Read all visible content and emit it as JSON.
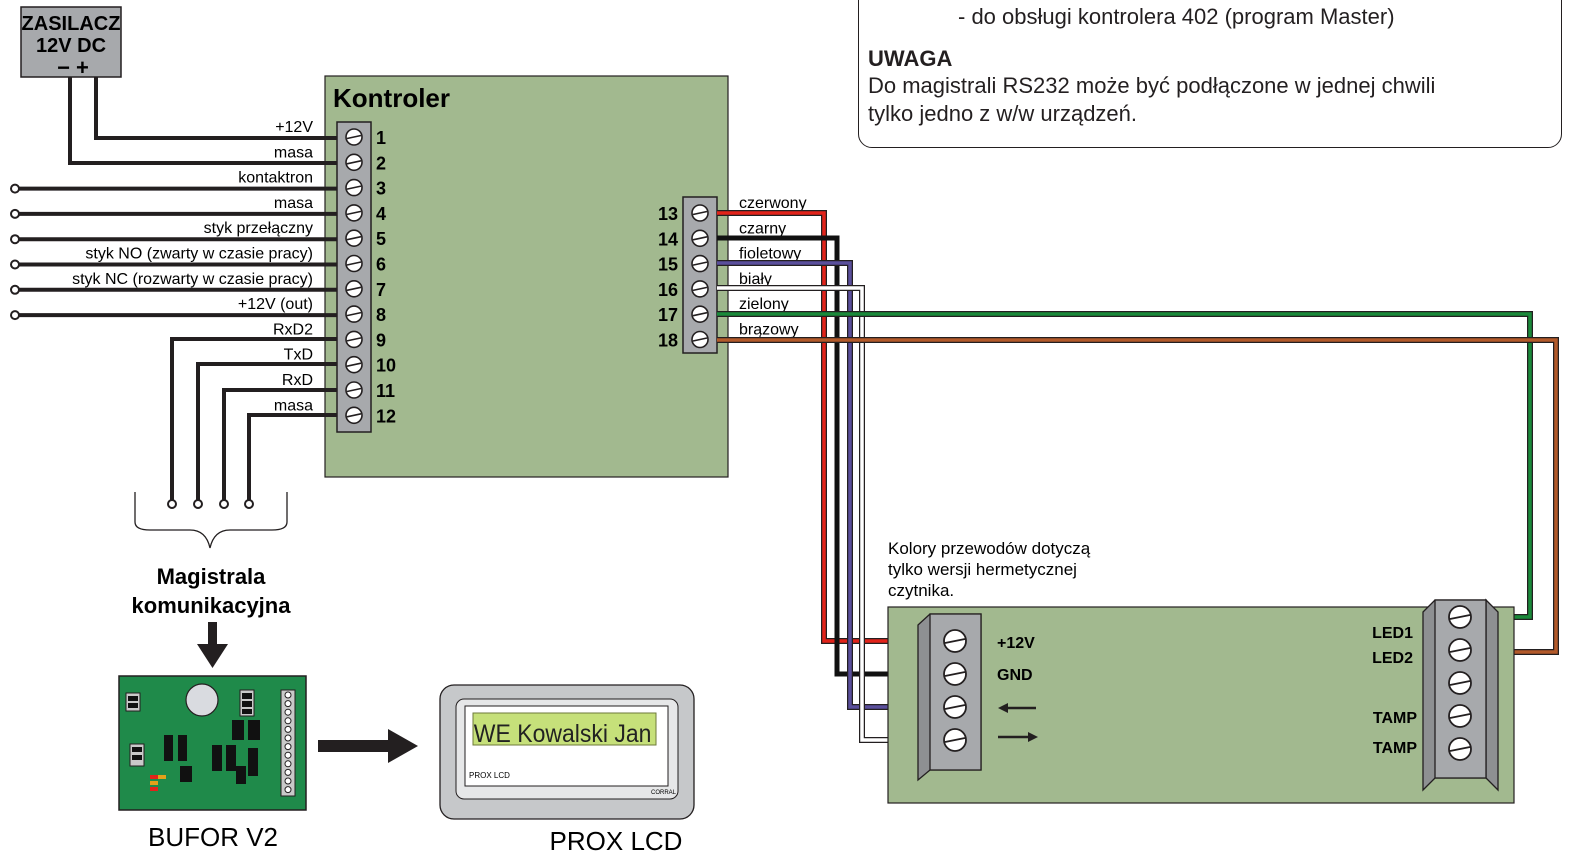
{
  "note": {
    "top_line": "- do obsługi kontrolera 402 (program Master)",
    "warning_title": "UWAGA",
    "warning_line1": "Do magistrali RS232 może być podłączone w jednej chwili",
    "warning_line2": "tylko jedno z w/w urządzeń."
  },
  "power_supply": {
    "line1": "ZASILACZ",
    "line2": "12V DC",
    "polarity": "− +"
  },
  "controller": {
    "title": "Kontroler"
  },
  "left_terminals": [
    {
      "num": "1",
      "label": "+12V"
    },
    {
      "num": "2",
      "label": "masa"
    },
    {
      "num": "3",
      "label": "kontaktron"
    },
    {
      "num": "4",
      "label": "masa"
    },
    {
      "num": "5",
      "label": "styk przełączny"
    },
    {
      "num": "6",
      "label": "styk NO (zwarty w czasie pracy)"
    },
    {
      "num": "7",
      "label": "styk NC (rozwarty w czasie pracy)"
    },
    {
      "num": "8",
      "label": "+12V (out)"
    },
    {
      "num": "9",
      "label": "RxD2"
    },
    {
      "num": "10",
      "label": "TxD"
    },
    {
      "num": "11",
      "label": "RxD"
    },
    {
      "num": "12",
      "label": "masa"
    }
  ],
  "right_terminals": [
    {
      "num": "13",
      "label": "czerwony",
      "color": "#e2231a"
    },
    {
      "num": "14",
      "label": "czarny",
      "color": "#111111"
    },
    {
      "num": "15",
      "label": "fioletowy",
      "color": "#5a4f9c"
    },
    {
      "num": "16",
      "label": "biały",
      "color": "#ffffff"
    },
    {
      "num": "17",
      "label": "zielony",
      "color": "#1a8a3a"
    },
    {
      "num": "18",
      "label": "brązowy",
      "color": "#b35a2a"
    }
  ],
  "bus": {
    "line1": "Magistrala",
    "line2": "komunikacyjna"
  },
  "reader_note": {
    "line1": "Kolory przewodów dotyczą",
    "line2": "tylko wersji hermetycznej",
    "line3": "czytnika."
  },
  "reader_left_labels": [
    "+12V",
    "GND"
  ],
  "reader_right_labels": [
    "LED1",
    "LED2",
    "TAMP",
    "TAMP"
  ],
  "bufor": {
    "caption": "BUFOR V2"
  },
  "prox_lcd": {
    "caption": "PROX LCD",
    "screen_text": "WE Kowalski Jan",
    "small_label": "PROX LCD",
    "brand": "CORRAL"
  },
  "colors": {
    "board": "#a2b98f",
    "terminal": "#a7a9ac",
    "pcb": "#1f8a4a",
    "lcd_screen": "#c6e07a"
  }
}
